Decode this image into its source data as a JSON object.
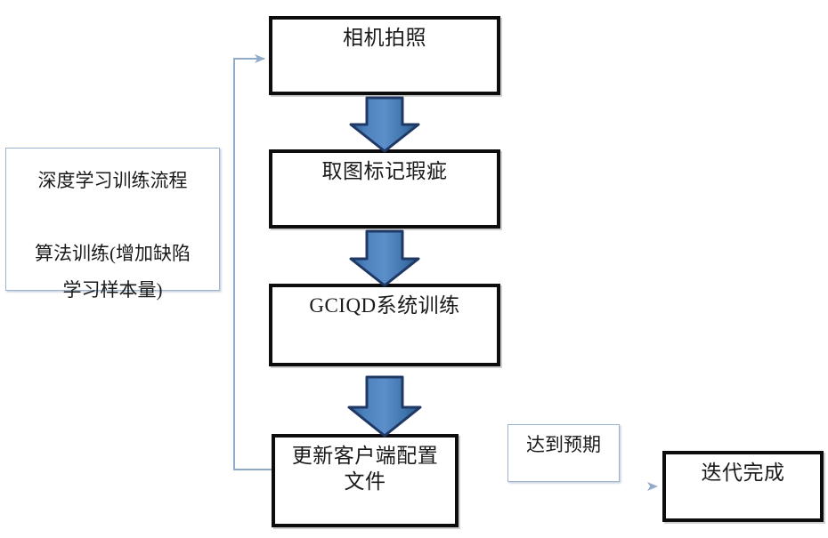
{
  "diagram": {
    "type": "flowchart",
    "title_text": "",
    "colors": {
      "box_border": "#0d0d0d",
      "note_border": "#9bb4d1",
      "block_arrow_fill_light": "#5b8fc9",
      "block_arrow_fill_dark": "#2e5f96",
      "block_arrow_stroke": "#1f3864",
      "connector_line": "#8faacb",
      "text": "#1a1a1a",
      "background": "#ffffff"
    },
    "process_boxes": [
      {
        "id": "camera-capture",
        "label": "相机拍照"
      },
      {
        "id": "mark-defects",
        "label": "取图标记瑕疵"
      },
      {
        "id": "gciqd-training",
        "label": "GCIQD系统训练"
      },
      {
        "id": "update-config",
        "label": "更新客户端配置\n文件"
      },
      {
        "id": "iteration-done",
        "label": "迭代完成"
      }
    ],
    "note_boxes": [
      {
        "id": "training-process-note",
        "label": "深度学习训练流程\n\n算法训练(增加缺陷\n学习样本量)"
      },
      {
        "id": "expected-label",
        "label": "达到预期"
      }
    ],
    "connectors": [
      {
        "id": "arrow-1-2",
        "kind": "block-arrow",
        "direction": "down",
        "from": "camera-capture",
        "to": "mark-defects"
      },
      {
        "id": "arrow-2-3",
        "kind": "block-arrow",
        "direction": "down",
        "from": "mark-defects",
        "to": "gciqd-training"
      },
      {
        "id": "arrow-3-4",
        "kind": "block-arrow",
        "direction": "down",
        "from": "gciqd-training",
        "to": "update-config"
      },
      {
        "id": "feedback-loop",
        "kind": "line-arrow",
        "direction": "up-left-right",
        "from": "update-config",
        "to": "camera-capture",
        "label": ""
      },
      {
        "id": "arrow-4-done",
        "kind": "line-arrow",
        "direction": "right",
        "from": "update-config",
        "to": "iteration-done",
        "label": "达到预期"
      }
    ]
  }
}
